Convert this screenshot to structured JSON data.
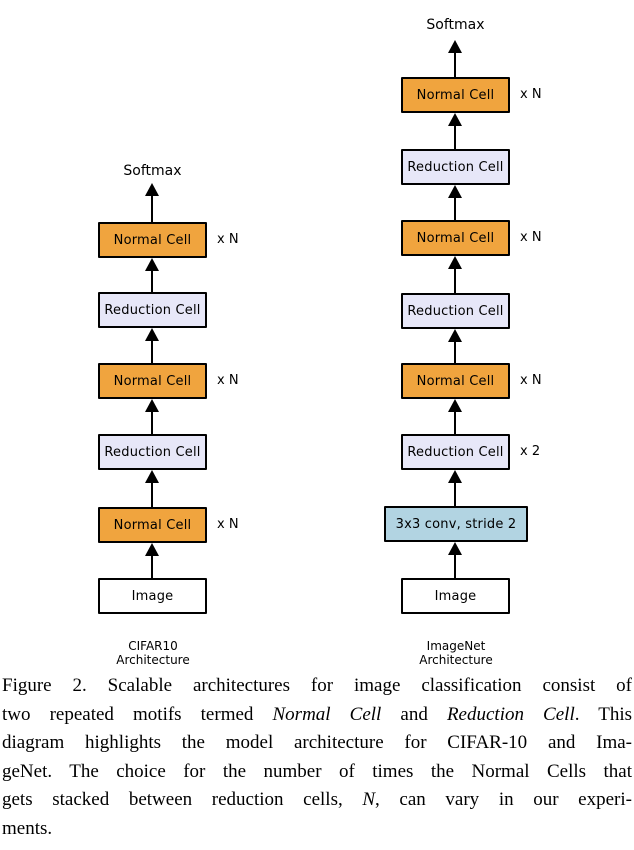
{
  "figure": {
    "columns": [
      {
        "top_label": "Softmax",
        "nodes": [
          {
            "label": "Normal Cell",
            "repeat": "x N",
            "kind": "normal"
          },
          {
            "label": "Reduction Cell",
            "kind": "reduction"
          },
          {
            "label": "Normal Cell",
            "repeat": "x N",
            "kind": "normal"
          },
          {
            "label": "Reduction Cell",
            "kind": "reduction"
          },
          {
            "label": "Normal Cell",
            "repeat": "x N",
            "kind": "normal"
          },
          {
            "label": "Image",
            "kind": "input"
          }
        ],
        "footer": [
          "CIFAR10",
          "Architecture"
        ]
      },
      {
        "top_label": "Softmax",
        "nodes": [
          {
            "label": "Normal Cell",
            "repeat": "x N",
            "kind": "normal"
          },
          {
            "label": "Reduction Cell",
            "kind": "reduction"
          },
          {
            "label": "Normal Cell",
            "repeat": "x N",
            "kind": "normal"
          },
          {
            "label": "Reduction Cell",
            "kind": "reduction"
          },
          {
            "label": "Normal Cell",
            "repeat": "x N",
            "kind": "normal"
          },
          {
            "label": "Reduction Cell",
            "repeat": "x 2",
            "kind": "reduction"
          },
          {
            "label": "3x3 conv, stride 2",
            "kind": "conv"
          },
          {
            "label": "Image",
            "kind": "input"
          }
        ],
        "footer": [
          "ImageNet",
          "Architecture"
        ]
      }
    ],
    "colors": {
      "normal_cell": "#F0A43E",
      "reduction_cell": "#E7E7F8",
      "conv": "#B2D4E2",
      "input_box": "#FFFFFF",
      "border": "#000000"
    }
  },
  "caption": {
    "lines": [
      {
        "runs": [
          {
            "t": "Figure 2. Scalable architectures for image classification consist of"
          }
        ]
      },
      {
        "runs": [
          {
            "t": "two repeated motifs termed "
          },
          {
            "t": "Normal Cell"
          },
          {
            "t": " and "
          },
          {
            "t": "Reduction Cell"
          },
          {
            "t": ". This"
          }
        ]
      },
      {
        "runs": [
          {
            "t": "diagram highlights the model architecture for CIFAR-10 and Ima-"
          }
        ]
      },
      {
        "runs": [
          {
            "t": "geNet. The choice for the number of times the Normal Cells that"
          }
        ]
      },
      {
        "runs": [
          {
            "t": "gets stacked between reduction cells, "
          },
          {
            "t": "N"
          },
          {
            "t": ", can vary in our experi-"
          }
        ]
      },
      {
        "runs": [
          {
            "t": "ments."
          }
        ]
      }
    ]
  }
}
